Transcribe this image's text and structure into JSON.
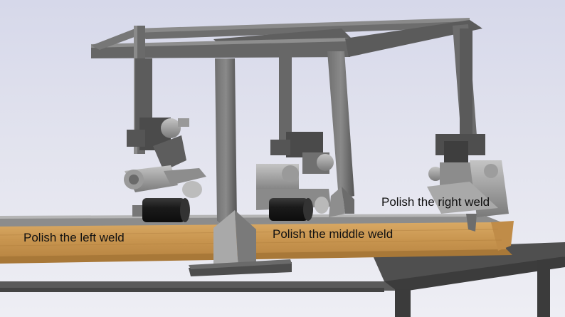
{
  "labels": {
    "left": "Polish the left weld",
    "middle": "Polish the middle weld",
    "right": "Polish the right weld"
  },
  "colors": {
    "background": "#dcdde9",
    "frame": "#5e5e5e",
    "wood": "#cc9a55",
    "table": "#4a4a4a",
    "arm": "#9c9c9c",
    "roller": "#1e1e1e"
  }
}
